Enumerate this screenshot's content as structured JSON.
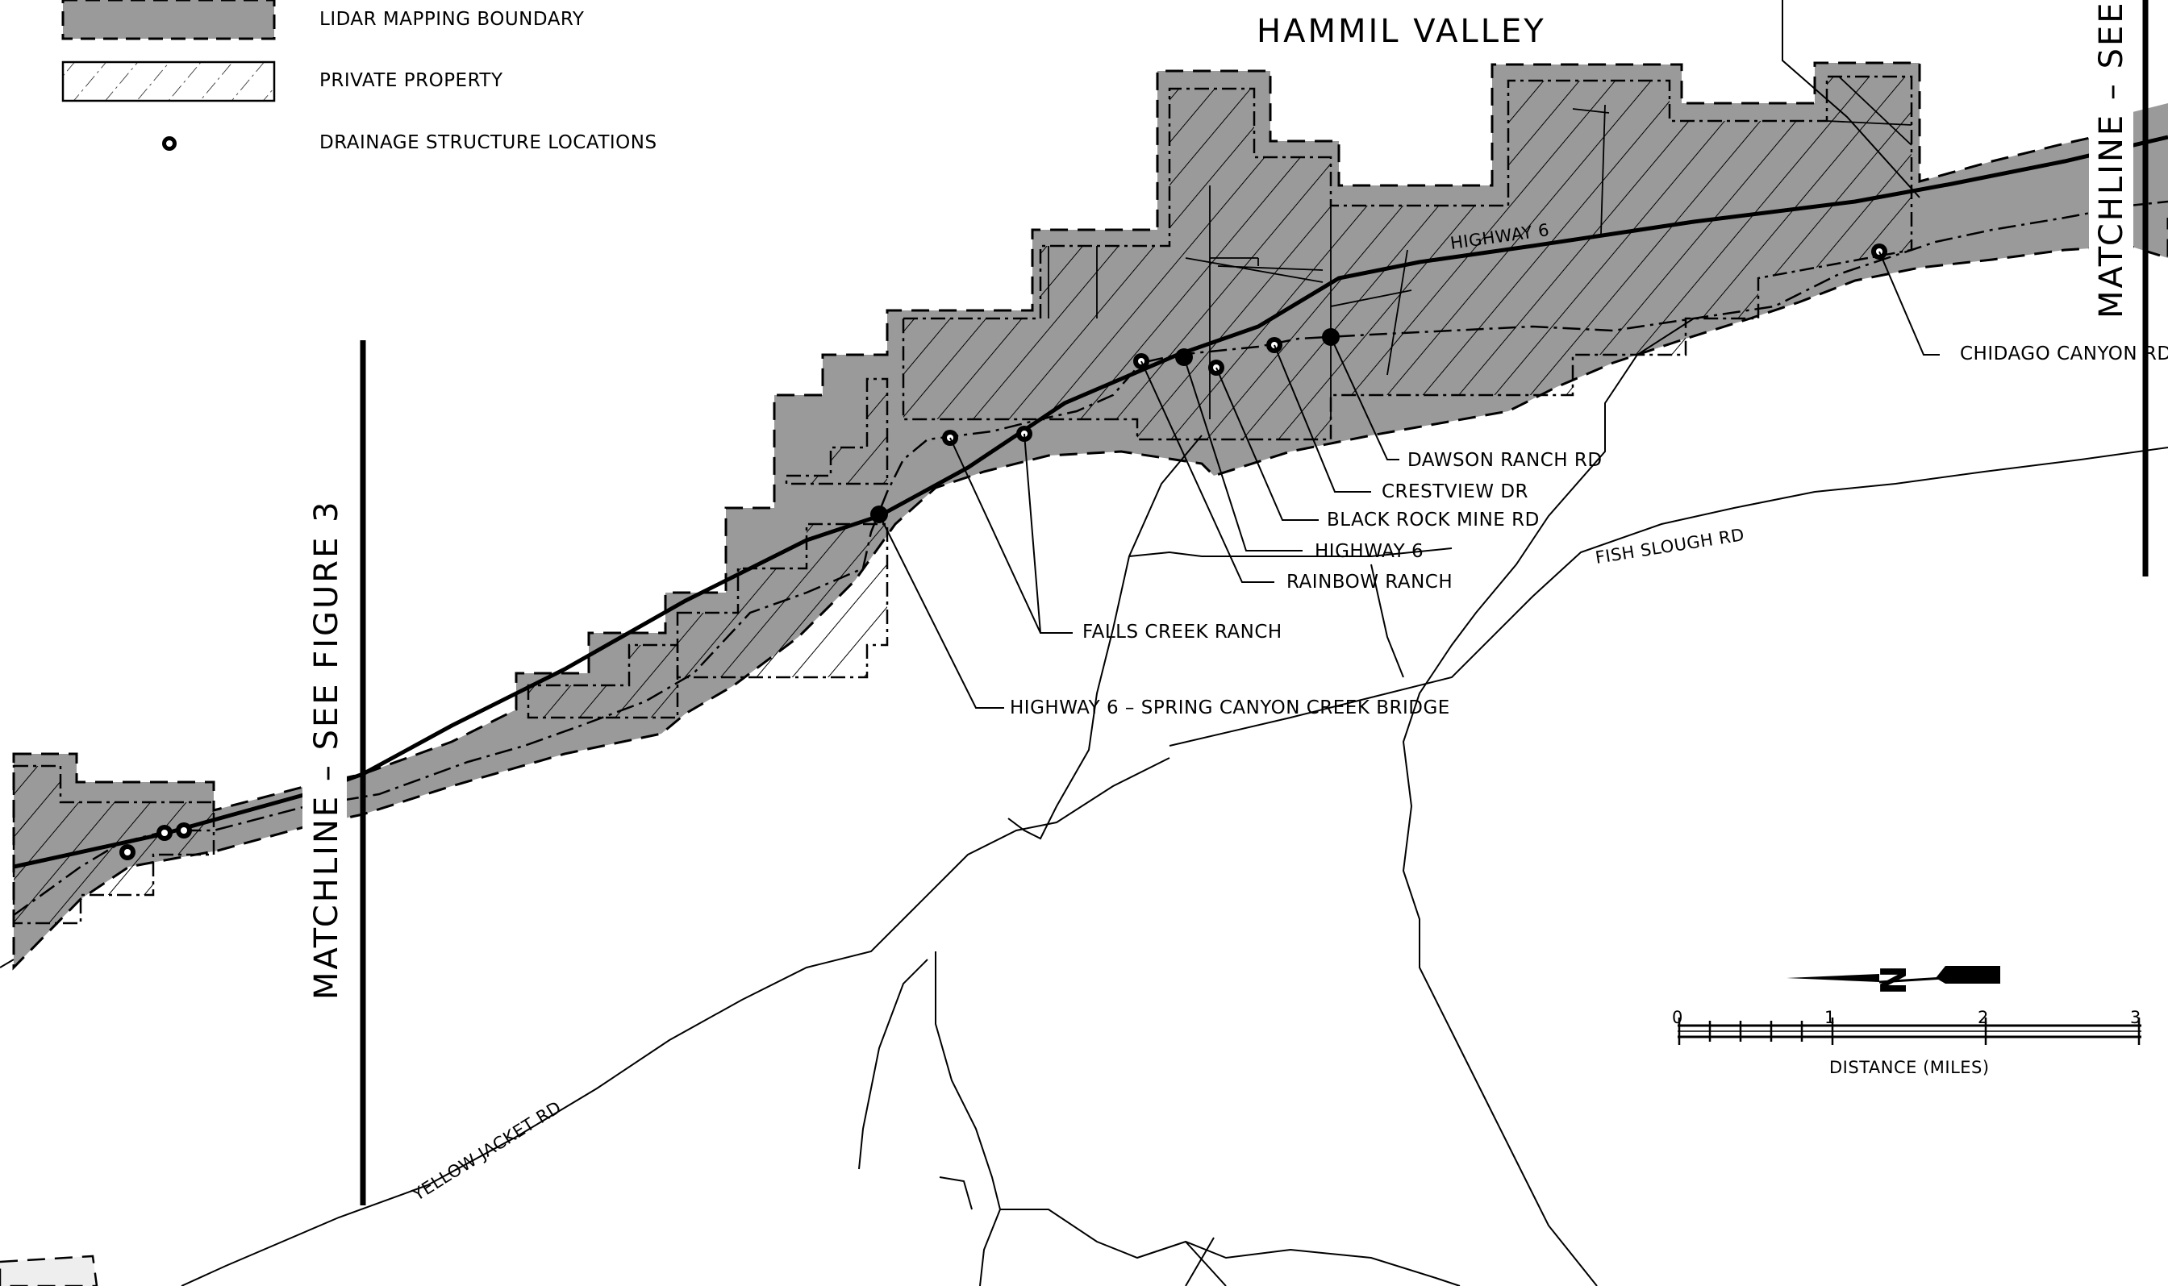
{
  "legend": {
    "items": [
      {
        "label": "LIDAR MAPPING BOUNDARY",
        "icon": "lidar-boundary-swatch"
      },
      {
        "label": "PRIVATE PROPERTY",
        "icon": "private-property-swatch"
      },
      {
        "label": "DRAINAGE STRUCTURE LOCATIONS",
        "icon": "drainage-structure-marker"
      }
    ]
  },
  "map": {
    "region_title": "HAMMIL VALLEY",
    "matchline_left": "MATCHLINE – SEE FIGURE 3",
    "matchline_right": "MATCHLINE – SEE",
    "roads": {
      "highway6": "HIGHWAY 6",
      "fish_slough": "FISH SLOUGH RD",
      "yellow_jacket": "YELLOW JACKET RD"
    },
    "locations": [
      {
        "label": "CHIDAGO CANYON RD"
      },
      {
        "label": "DAWSON RANCH RD"
      },
      {
        "label": "CRESTVIEW DR"
      },
      {
        "label": "BLACK ROCK MINE RD"
      },
      {
        "label": "HIGHWAY 6"
      },
      {
        "label": "RAINBOW RANCH"
      },
      {
        "label": "FALLS CREEK RANCH"
      },
      {
        "label": "HIGHWAY 6 – SPRING CANYON CREEK BRIDGE"
      }
    ],
    "colors": {
      "lidar_fill": "#9a9a9a",
      "line": "#000000",
      "background": "#ffffff"
    }
  },
  "scale_bar": {
    "ticks": [
      "0",
      "1",
      "2",
      "3"
    ],
    "caption": "DISTANCE (MILES)",
    "north_arrow_label": "N"
  }
}
